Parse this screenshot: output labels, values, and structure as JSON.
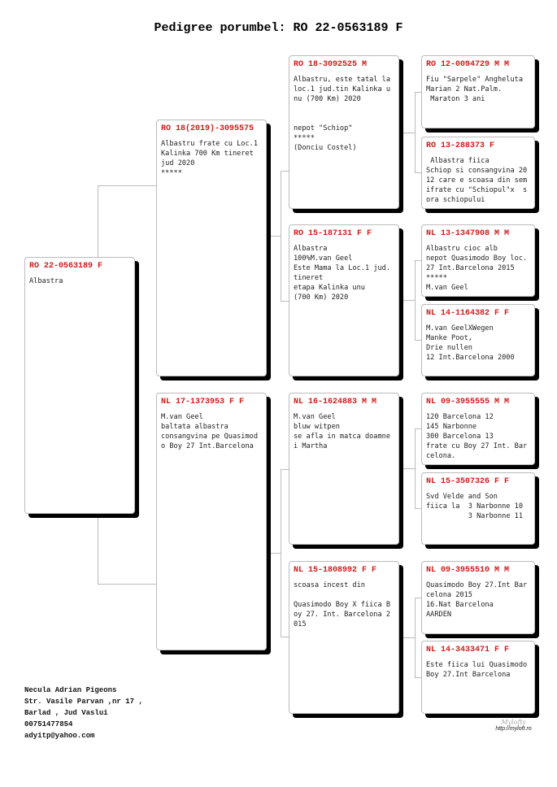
{
  "title": "Pedigree porumbel: RO 22-0563189 F",
  "pigeons": [
    {
      "ring": "RO 22-0563189 F",
      "notes": "Albastra"
    },
    {
      "ring": "RO 18(2019)-3095575",
      "notes": "Albastru frate cu Loc.1 Kalinka 700 Km tineret jud 2020\n*****"
    },
    {
      "ring": "NL 17-1373953 F F",
      "notes": "M.van Geel\nbaltata albastra\nconsangvina pe Quasimodo Boy 27 Int.Barcelona"
    },
    {
      "ring": "RO 18-3092525 M",
      "notes": "Albastru, este tatal la loc.1 jud.tin Kalinka unu (700 Km) 2020\n\n\nnepot \"Schiop\"\n*****\n(Donciu Costel)"
    },
    {
      "ring": "RO 15-187131 F F",
      "notes": "Albastra\n100%M.van Geel\nEste Mama la Loc.1 jud.tineret\netapa Kalinka unu\n(700 Km) 2020"
    },
    {
      "ring": "NL 16-1624883 M M",
      "notes": "M.van Geel\nbluw witpen\nse afla in matca doamnei Martha"
    },
    {
      "ring": "NL 15-1808992 F F",
      "notes": "scoasa incest din\n\nQuasimodo Boy X fiica Boy 27. Int. Barcelona 2015"
    },
    {
      "ring": "RO 12-0094729 M M",
      "notes": "Fiu \"Sarpele\" Angheluta Marian 2 Nat.Palm.\n Maraton 3 ani"
    },
    {
      "ring": "RO 13-288373 F",
      "notes": " Albastra fiica\nSchiop si consangvina 2012 care e scoasa din semifrate cu \"Schiopul\"x  sora schiopului"
    },
    {
      "ring": "NL 13-1347908 M M",
      "notes": "Albastru cioc alb\nnepot Quasimodo Boy loc. 27 Int.Barcelona 2015\n*****\nM.van Geel"
    },
    {
      "ring": "NL 14-1164382 F F",
      "notes": "M.van GeelXWegen\nManke Poot,\nDrie nullen\n12 Int.Barcelona 2000"
    },
    {
      "ring": "NL 09-3955555 M M",
      "notes": "120 Barcelona 12\n145 Narbonne\n300 Barcelona 13\nfrate cu Boy 27 Int. Barcelona."
    },
    {
      "ring": "NL 15-3507326 F F",
      "notes": "Svd Velde and Son\nfiica la  3 Narbonne 10\n          3 Narbonne 11"
    },
    {
      "ring": "NL 09-3955510 M M",
      "notes": "Quasimodo Boy 27.Int Barcelona 2015\n16.Nat Barcelona\nAARDEN"
    },
    {
      "ring": "NL 14-3433471 F F",
      "notes": "Este fiica lui Quasimodo Boy 27.Int Barcelona"
    }
  ],
  "breeder": [
    "Necula Adrian Pigeons",
    "Str. Vasile Parvan ,nr 17 ,",
    "Barlad , Jud Vaslui",
    "00751477854",
    "adyitp@yahoo.com"
  ],
  "logo": {
    "signature": "Mylofts",
    "url": "http://myloft.ro"
  }
}
